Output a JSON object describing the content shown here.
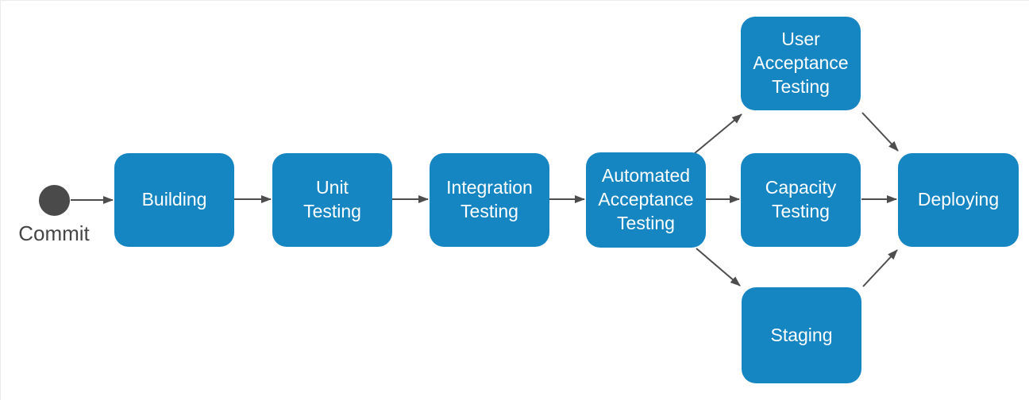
{
  "diagram": {
    "type": "flowchart",
    "description": "Deployment pipeline flow diagram",
    "start": {
      "id": "commit",
      "label": "Commit",
      "shape": "filled-circle"
    },
    "nodes": [
      {
        "id": "building",
        "label": "Building"
      },
      {
        "id": "unit-testing",
        "label": "Unit\nTesting"
      },
      {
        "id": "integration-testing",
        "label": "Integration\nTesting"
      },
      {
        "id": "automated-acceptance-testing",
        "label": "Automated\nAcceptance\nTesting"
      },
      {
        "id": "user-acceptance-testing",
        "label": "User\nAcceptance\nTesting"
      },
      {
        "id": "capacity-testing",
        "label": "Capacity\nTesting"
      },
      {
        "id": "staging",
        "label": "Staging"
      },
      {
        "id": "deploying",
        "label": "Deploying"
      }
    ],
    "edges": [
      {
        "from": "commit",
        "to": "building"
      },
      {
        "from": "building",
        "to": "unit-testing"
      },
      {
        "from": "unit-testing",
        "to": "integration-testing"
      },
      {
        "from": "integration-testing",
        "to": "automated-acceptance-testing"
      },
      {
        "from": "automated-acceptance-testing",
        "to": "user-acceptance-testing"
      },
      {
        "from": "automated-acceptance-testing",
        "to": "capacity-testing"
      },
      {
        "from": "automated-acceptance-testing",
        "to": "staging"
      },
      {
        "from": "user-acceptance-testing",
        "to": "deploying"
      },
      {
        "from": "capacity-testing",
        "to": "deploying"
      },
      {
        "from": "staging",
        "to": "deploying"
      }
    ],
    "colors": {
      "node_fill": "#1686c3",
      "node_text": "#ffffff",
      "arrow": "#4d4d4d",
      "start_fill": "#4a4a4a",
      "start_label_text": "#454545",
      "background": "#ffffff"
    }
  }
}
